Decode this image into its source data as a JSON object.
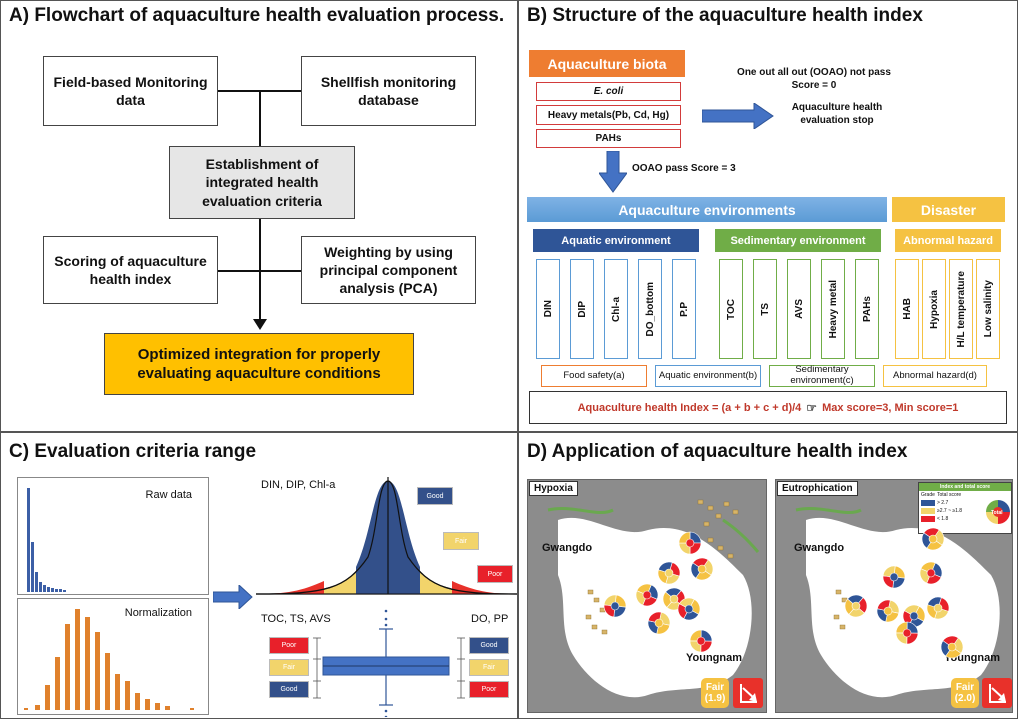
{
  "panelA": {
    "title": "A) Flowchart of aquaculture health evaluation process.",
    "field_data": "Field-based Monitoring data",
    "shellfish_db": "Shellfish monitoring database",
    "criteria": "Establishment of integrated health evaluation criteria",
    "scoring": "Scoring of aquaculture health index",
    "weighting": "Weighting by using principal component analysis (PCA)",
    "optimized": "Optimized integration for properly evaluating aquaculture conditions"
  },
  "panelB": {
    "title": "B) Structure of the aquaculture health index",
    "biota_header": "Aquaculture biota",
    "biota_items": [
      "E. coli",
      "Heavy metals(Pb, Cd, Hg)",
      "PAHs"
    ],
    "ooao_fail_line1": "One out all out (OOAO) not pass",
    "ooao_fail_line2": "Score = 0",
    "stop_line1": "Aquaculture health",
    "stop_line2": "evaluation stop",
    "ooao_pass": "OOAO pass Score = 3",
    "env_header": "Aquaculture environments",
    "disaster_header": "Disaster",
    "aquatic_header": "Aquatic environment",
    "sediment_header": "Sedimentary environment",
    "abnormal_header": "Abnormal hazard",
    "aquatic_items": [
      "DIN",
      "DIP",
      "Chl-a",
      "DO_bottom",
      "P.P"
    ],
    "sediment_items": [
      "TOC",
      "TS",
      "AVS",
      "Heavy metal",
      "PAHs"
    ],
    "hazard_items": [
      "HAB",
      "Hypoxia",
      "H/L temperature",
      "Low salinity"
    ],
    "sub_a": "Food safety(a)",
    "sub_b": "Aquatic environment(b)",
    "sub_c": "Sedimentary environment(c)",
    "sub_d": "Abnormal hazard(d)",
    "formula": "Aquaculture health Index = (a + b + c + d)/4",
    "max_min": "Max score=3, Min score=1",
    "pointer_icon": "pointing-hand-icon"
  },
  "panelC": {
    "title": "C) Evaluation criteria range",
    "raw_label": "Raw data",
    "norm_label": "Normalization",
    "group1": "DIN, DIP, Chl-a",
    "group2": "TOC, TS, AVS",
    "group3": "DO, PP",
    "good": "Good",
    "fair": "Fair",
    "poor": "Poor"
  },
  "panelD": {
    "title": "D) Application of aquaculture health index",
    "map1_label": "Hypoxia",
    "map2_label": "Eutrophication",
    "gwangdo": "Gwangdo",
    "youngnam": "Youngnam",
    "score1": "Fair (1.9)",
    "score2": "Fair (2.0)",
    "legend_title": "Index and total score",
    "legend_grade": "Grade",
    "legend_total": "Total score",
    "legend_rows": [
      "> 2.7",
      "≥2.7 ~ ≥1.8",
      "< 1.8"
    ],
    "legend_total_label": "Total"
  },
  "colors": {
    "orange": "#ee7d31",
    "blue_light": "#5b9bd5",
    "blue_dark": "#2f5597",
    "green": "#70ad47",
    "gold": "#f5c242",
    "red": "#d23b3b",
    "good_blue": "#2f4f8f",
    "fair_yellow": "#f2d46b",
    "poor_red": "#e8202a"
  }
}
